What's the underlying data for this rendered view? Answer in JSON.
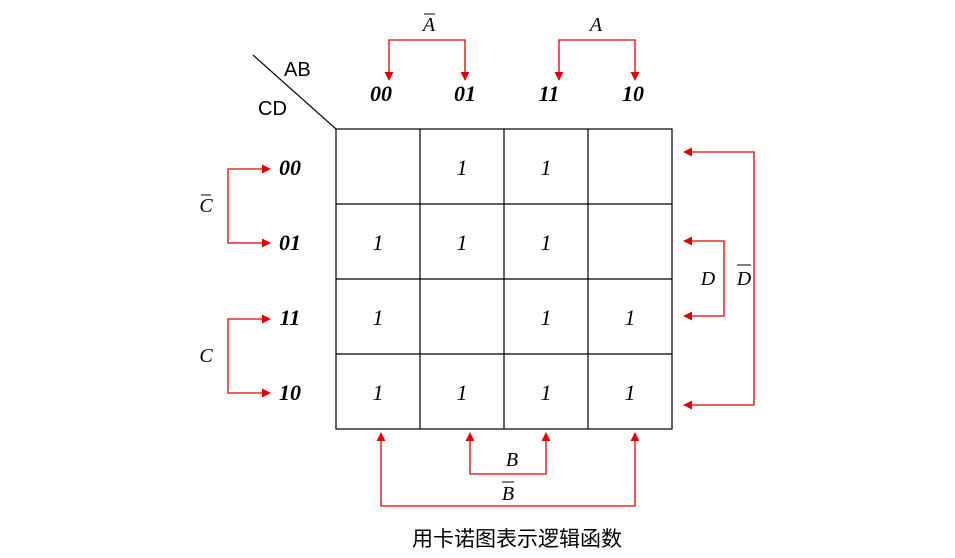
{
  "header": {
    "row_var": "AB",
    "col_var": "CD"
  },
  "columns": [
    "00",
    "01",
    "11",
    "10"
  ],
  "rows": [
    "00",
    "01",
    "11",
    "10"
  ],
  "cells": [
    [
      "",
      "1",
      "1",
      ""
    ],
    [
      "1",
      "1",
      "1",
      ""
    ],
    [
      "1",
      "",
      "1",
      "1"
    ],
    [
      "1",
      "1",
      "1",
      "1"
    ]
  ],
  "groups": {
    "top_not_a": "A",
    "top_a": "A",
    "left_not_c": "C",
    "left_c": "C",
    "right_d": "D",
    "right_not_d": "D",
    "bottom_b": "B",
    "bottom_not_b": "B"
  },
  "caption": "用卡诺图表示逻辑函数",
  "colors": {
    "bracket": "#e00000",
    "grid": "#000000"
  }
}
